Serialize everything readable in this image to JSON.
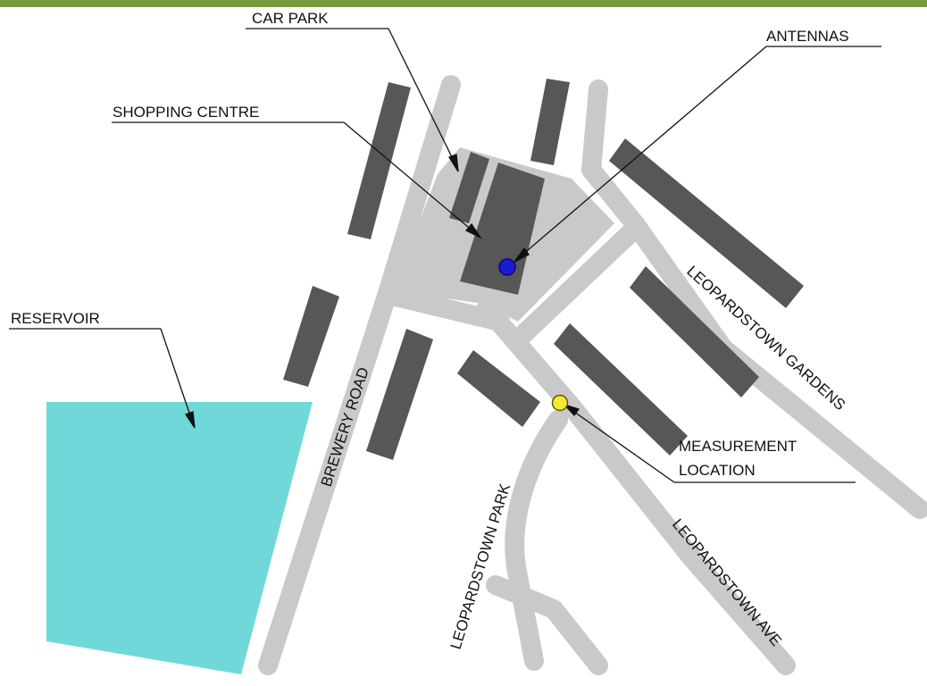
{
  "colors": {
    "top_bar": "#7a9a3c",
    "road": "#c9c9c9",
    "building": "#575757",
    "car_park": "#c9c9c9",
    "reservoir": "#70d8d8",
    "antenna_marker": "#1b1bd6",
    "measurement_marker": "#f2ea2a",
    "leader_line": "#111111"
  },
  "labels": {
    "car_park": "CAR PARK",
    "antennas": "ANTENNAS",
    "shopping_centre": "SHOPPING CENTRE",
    "reservoir": "RESERVOIR",
    "measurement_line1": "MEASUREMENT",
    "measurement_line2": "LOCATION"
  },
  "roads": {
    "brewery_road": "BREWERY ROAD",
    "leopardstown_gardens": "LEOPARDSTOWN GARDENS",
    "leopardstown_park": "LEOPARDSTOWN PARK",
    "leopardstown_ave": "LEOPARDSTOWN AVE"
  },
  "markers": {
    "antennas_icon": "blue-dot-icon",
    "measurement_icon": "yellow-dot-icon"
  }
}
